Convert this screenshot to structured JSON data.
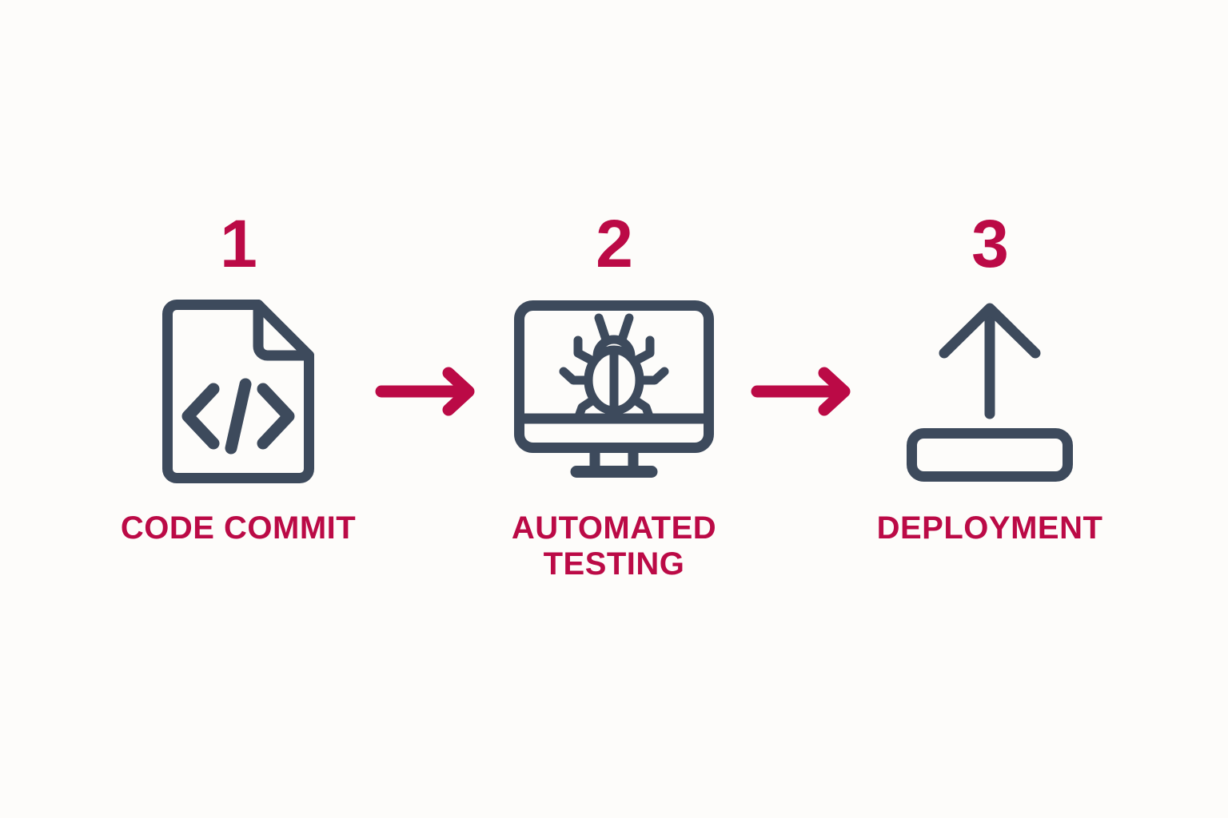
{
  "meta": {
    "title": "CI/CD Pipeline Steps",
    "background_color": "#FDFCFA",
    "accent_color": "#BB0A46",
    "icon_color": "#3D4A5C"
  },
  "steps": [
    {
      "number": "1",
      "label": "CODE COMMIT",
      "icon": "code-file-icon"
    },
    {
      "number": "2",
      "label": "AUTOMATED\nTESTING",
      "icon": "monitor-bug-icon"
    },
    {
      "number": "3",
      "label": "DEPLOYMENT",
      "icon": "upload-deploy-icon"
    }
  ],
  "connectors": [
    {
      "name": "arrow-right-1",
      "glyph": "arrow-right-icon"
    },
    {
      "name": "arrow-right-2",
      "glyph": "arrow-right-icon"
    }
  ]
}
